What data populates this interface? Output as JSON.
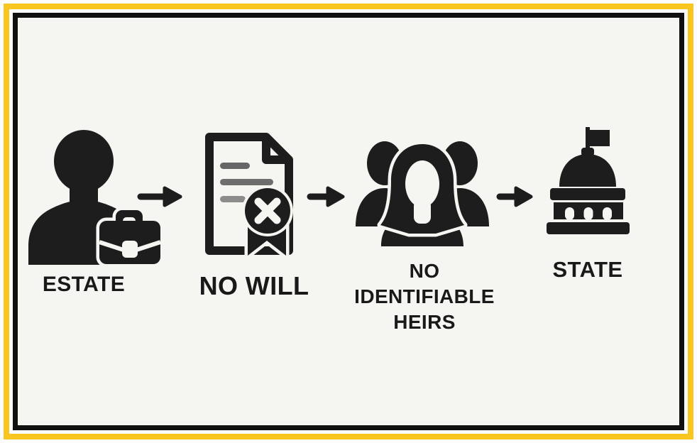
{
  "diagram": {
    "description": "escheatment-flow",
    "steps": [
      {
        "id": "estate",
        "label": "ESTATE",
        "icon": "person-with-briefcase"
      },
      {
        "id": "no-will",
        "label": "NO WILL",
        "icon": "document-with-x-seal"
      },
      {
        "id": "no-heirs",
        "label": "NO\nIDENTIFIABLE\nHEIRS",
        "icon": "group-of-people"
      },
      {
        "id": "state",
        "label": "STATE",
        "icon": "government-building-with-flag"
      }
    ],
    "connectors": [
      {
        "icon": "arrow-right"
      },
      {
        "icon": "arrow-right"
      },
      {
        "icon": "arrow-right"
      }
    ],
    "colors": {
      "frame_yellow": "#F9C51F",
      "frame_black": "#101010",
      "canvas_background": "#F5F5F2",
      "icon_ink": "#1D1D1D",
      "text": "#191919",
      "document_line_dark_gray": "#666666",
      "document_line_gray": "#6E6E6E",
      "document_line_light_gray": "#8C8C8C"
    }
  }
}
